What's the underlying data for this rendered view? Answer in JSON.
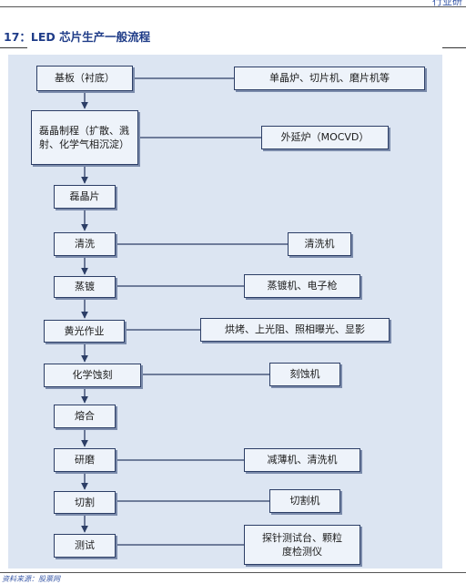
{
  "header": {
    "top_right": "行业研"
  },
  "figure": {
    "title": "17：LED 芯片生产一般流程",
    "source": "资料来源：股票网"
  },
  "steps": [
    {
      "id": "substrate",
      "label": "基板（衬底）"
    },
    {
      "id": "epi_process",
      "label": "磊晶制程（扩散、溅射、化学气相沉淀）"
    },
    {
      "id": "epi_wafer",
      "label": "磊晶片"
    },
    {
      "id": "clean",
      "label": "清洗"
    },
    {
      "id": "evap",
      "label": "蒸镀"
    },
    {
      "id": "photo",
      "label": "黄光作业"
    },
    {
      "id": "etch",
      "label": "化学蚀刻"
    },
    {
      "id": "fuse",
      "label": "熔合"
    },
    {
      "id": "grind",
      "label": "研磨"
    },
    {
      "id": "cut",
      "label": "切割"
    },
    {
      "id": "test",
      "label": "测试"
    }
  ],
  "equipment": [
    {
      "id": "eq_substrate",
      "label": "单晶炉、切片机、磨片机等"
    },
    {
      "id": "eq_epi",
      "label": "外延炉（MOCVD）"
    },
    {
      "id": "eq_clean",
      "label": "清洗机"
    },
    {
      "id": "eq_evap",
      "label": "蒸镀机、电子枪"
    },
    {
      "id": "eq_photo",
      "label": "烘烤、上光阻、照相曝光、显影"
    },
    {
      "id": "eq_etch",
      "label": "刻蚀机"
    },
    {
      "id": "eq_grind",
      "label": "减薄机、清洗机"
    },
    {
      "id": "eq_cut",
      "label": "切割机"
    },
    {
      "id": "eq_test",
      "label": "探针测试台、颗粒度检测仪"
    }
  ],
  "colors": {
    "panel": "#dce5f2",
    "box": "#eef3fa",
    "border": "#2c3e66",
    "title": "#1f3c88"
  }
}
